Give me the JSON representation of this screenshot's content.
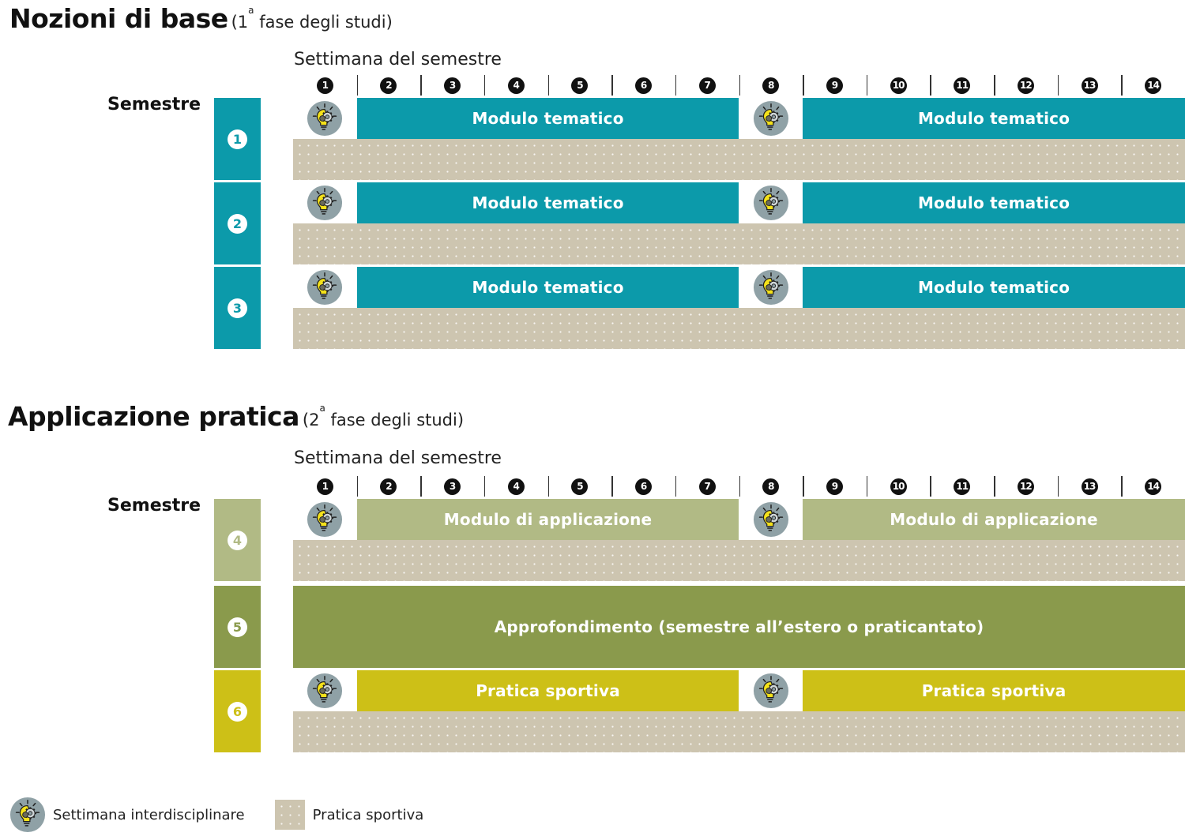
{
  "colors": {
    "teal": "#0c9aaa",
    "sage": "#b1ba85",
    "olive": "#8a9a4c",
    "mustard": "#cdc017",
    "sport_pattern": "#cdc5b0",
    "bulb_bg": "#8fa1a6",
    "bulb_yellow": "#f5e21a"
  },
  "week_caption": "Settimana del semestre",
  "weeks": [
    "1",
    "2",
    "3",
    "4",
    "5",
    "6",
    "7",
    "8",
    "9",
    "10",
    "11",
    "12",
    "13",
    "14"
  ],
  "semester_label": "Semestre",
  "sections": [
    {
      "title": "Nozioni di base",
      "subtitle_prefix": "(1",
      "subtitle_sup": "a",
      "subtitle_suffix": " fase degli studi)",
      "semesters": [
        {
          "number": "1",
          "color": "#0c9aaa",
          "number_color": "#0c9aaa",
          "blocks": [
            {
              "label": "Modulo tematico",
              "weeks": [
                2,
                7
              ]
            },
            {
              "label": "Modulo tematico",
              "weeks": [
                9,
                14
              ]
            }
          ],
          "interdisciplinary_weeks": [
            1,
            8
          ],
          "sport_practice": true
        },
        {
          "number": "2",
          "color": "#0c9aaa",
          "number_color": "#0c9aaa",
          "blocks": [
            {
              "label": "Modulo tematico",
              "weeks": [
                2,
                7
              ]
            },
            {
              "label": "Modulo tematico",
              "weeks": [
                9,
                14
              ]
            }
          ],
          "interdisciplinary_weeks": [
            1,
            8
          ],
          "sport_practice": true
        },
        {
          "number": "3",
          "color": "#0c9aaa",
          "number_color": "#0c9aaa",
          "blocks": [
            {
              "label": "Modulo tematico",
              "weeks": [
                2,
                7
              ]
            },
            {
              "label": "Modulo tematico",
              "weeks": [
                9,
                14
              ]
            }
          ],
          "interdisciplinary_weeks": [
            1,
            8
          ],
          "sport_practice": true
        }
      ]
    },
    {
      "title": "Applicazione pratica",
      "subtitle_prefix": "(2",
      "subtitle_sup": "a",
      "subtitle_suffix": " fase degli studi)",
      "semesters": [
        {
          "number": "4",
          "color": "#b1ba85",
          "number_color": "#b1ba85",
          "blocks": [
            {
              "label": "Modulo di applicazione",
              "weeks": [
                2,
                7
              ]
            },
            {
              "label": "Modulo di applicazione",
              "weeks": [
                9,
                14
              ]
            }
          ],
          "interdisciplinary_weeks": [
            1,
            8
          ],
          "sport_practice": true
        },
        {
          "number": "5",
          "color": "#8a9a4c",
          "number_color": "#8a9a4c",
          "blocks": [
            {
              "label": "Approfondimento (semestre all’estero o praticantato)",
              "weeks": [
                1,
                14
              ]
            }
          ],
          "interdisciplinary_weeks": [],
          "sport_practice": false
        },
        {
          "number": "6",
          "color": "#cdc017",
          "number_color": "#cdc017",
          "blocks": [
            {
              "label": "Pratica sportiva",
              "weeks": [
                2,
                7
              ]
            },
            {
              "label": "Pratica sportiva",
              "weeks": [
                9,
                14
              ]
            }
          ],
          "interdisciplinary_weeks": [
            1,
            8
          ],
          "sport_practice": true
        }
      ]
    }
  ],
  "legend": [
    {
      "icon": "lightbulb-gear-icon",
      "label": "Settimana interdisciplinare"
    },
    {
      "icon": "dotted-pattern-swatch",
      "label": "Pratica sportiva"
    }
  ]
}
